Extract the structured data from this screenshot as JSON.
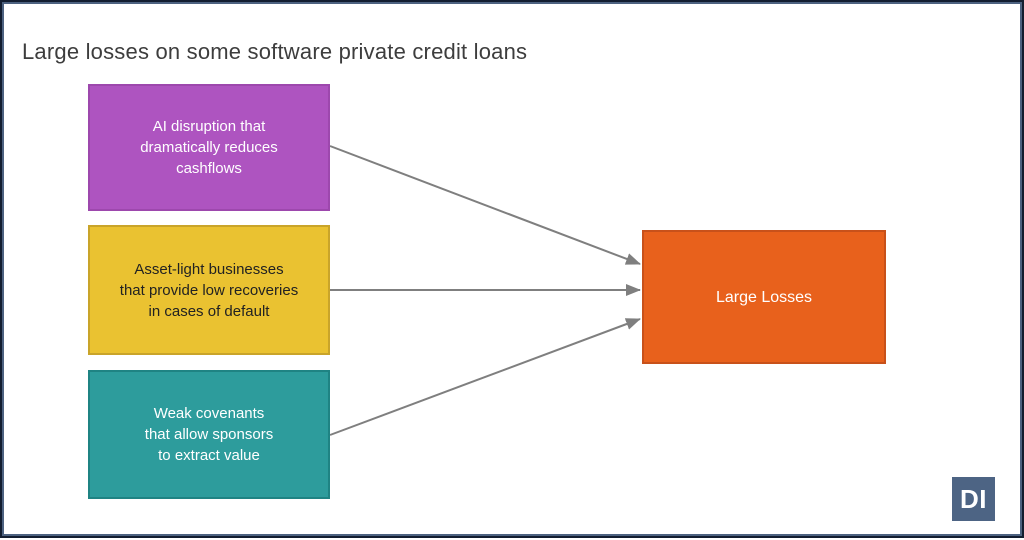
{
  "page": {
    "title": "Large losses on some software private credit loans",
    "title_color": "#3d3d3d",
    "background": "#ffffff",
    "frame_border_color": "#131e30"
  },
  "diagram": {
    "type": "flowchart",
    "arrow_color": "#7f7f7f",
    "causes": [
      {
        "name": "ai-disruption",
        "label": "AI disruption that dramatically reduces cashflows",
        "lines": [
          "AI disruption that",
          "dramatically reduces",
          "cashflows"
        ],
        "fill": "#ae54c0",
        "border": "#9d48ad",
        "text_color": "#ffffff"
      },
      {
        "name": "asset-light-businesses",
        "label": "Asset-light businesses that provide low recoveries in cases of default",
        "lines": [
          "Asset-light businesses",
          "that provide low recoveries",
          "in cases of default"
        ],
        "fill": "#eac231",
        "border": "#c9a42a",
        "text_color": "#222222"
      },
      {
        "name": "weak-covenants",
        "label": "Weak covenants that allow sponsors to extract value",
        "lines": [
          "Weak covenants",
          "that allow sponsors",
          "to extract value"
        ],
        "fill": "#2d9c9c",
        "border": "#1f8383",
        "text_color": "#ffffff"
      }
    ],
    "effect": {
      "name": "large-losses",
      "label": "Large Losses",
      "fill": "#e8611c",
      "border": "#c8511a",
      "text_color": "#ffffff"
    }
  },
  "logo": {
    "text": "DI",
    "bg": "#4d6484",
    "text_color": "#ffffff"
  }
}
